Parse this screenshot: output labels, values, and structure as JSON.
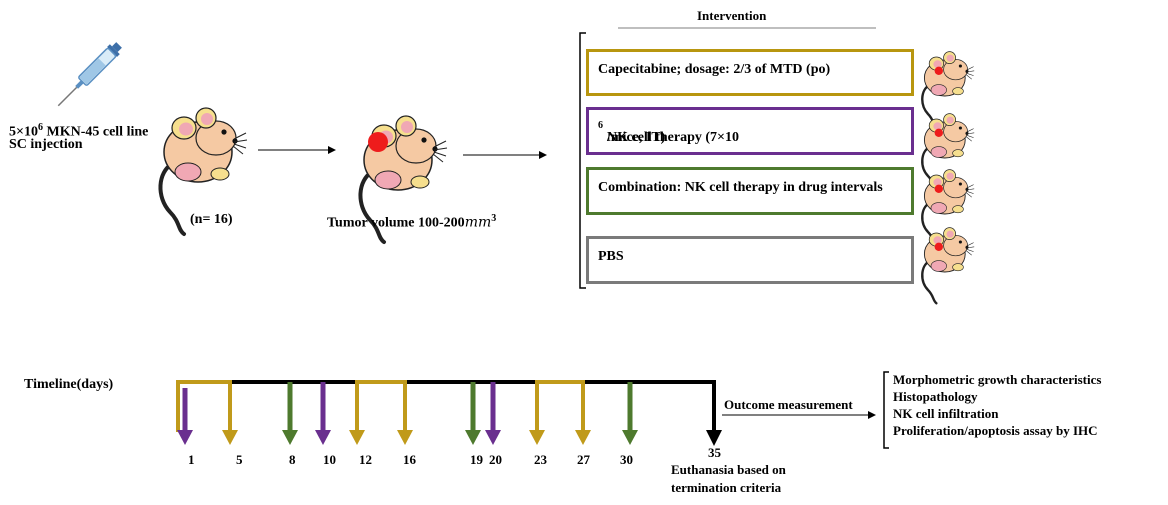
{
  "injection": {
    "line1_prefix": "5×10",
    "line1_sup": "6",
    "line1_suffix": " MKN-45 cell line",
    "line2": "SC injection"
  },
  "mouse1_label": "(n= 16)",
  "mouse2_label_prefix": "Tumor volume 100-200",
  "mouse2_label_unit": "mm",
  "mouse2_label_sup": "3",
  "intervention": {
    "title": "Intervention",
    "groups": [
      {
        "label": "Capecitabine; dosage: 2/3 of MTD (po)",
        "color": "#b8960f"
      },
      {
        "label_prefix": "NK cell therapy (7×10",
        "label_sup": "6",
        "label_suffix": "/mice, IT)",
        "color": "#6a2f8f"
      },
      {
        "label": "Combination: NK cell therapy in drug intervals",
        "color": "#4e7a2e"
      },
      {
        "label": "PBS",
        "color": "#7a7a7a"
      }
    ]
  },
  "timeline": {
    "title": "Timeline(days)",
    "days": [
      "1",
      "5",
      "8",
      "10",
      "12",
      "16",
      "19",
      "20",
      "23",
      "27",
      "30",
      "35"
    ],
    "end_note_line1": "Euthanasia based on",
    "end_note_line2": "termination criteria"
  },
  "outcome": {
    "label": "Outcome measurement",
    "items": [
      "Morphometric growth characteristics",
      "Histopathology",
      "NK cell infiltration",
      "Proliferation/apoptosis assay by IHC"
    ]
  }
}
